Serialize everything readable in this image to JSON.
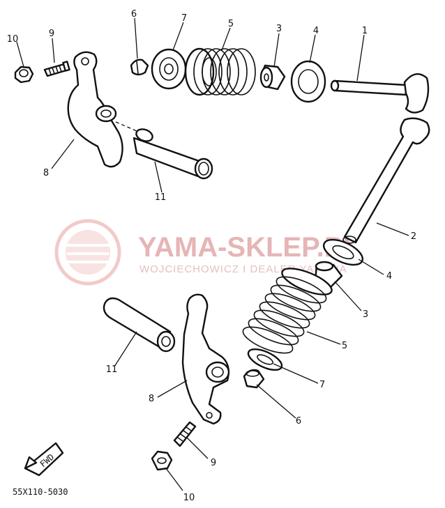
{
  "watermark": {
    "title": "YAMA-SKLEP.PL",
    "subtitle": "WOJCIECHOWICZ I DEALER YAMAHA",
    "color": "#e6b5b5"
  },
  "diagram_code": "55X110-5030",
  "fwd_label": "FWD",
  "callouts": {
    "c1": "1",
    "c2": "2",
    "c3a": "3",
    "c3b": "3",
    "c4a": "4",
    "c4b": "4",
    "c5a": "5",
    "c5b": "5",
    "c6a": "6",
    "c6b": "6",
    "c7a": "7",
    "c7b": "7",
    "c8a": "8",
    "c8b": "8",
    "c9a": "9",
    "c9b": "9",
    "c10a": "10",
    "c10b": "10",
    "c11a": "11",
    "c11b": "11"
  }
}
